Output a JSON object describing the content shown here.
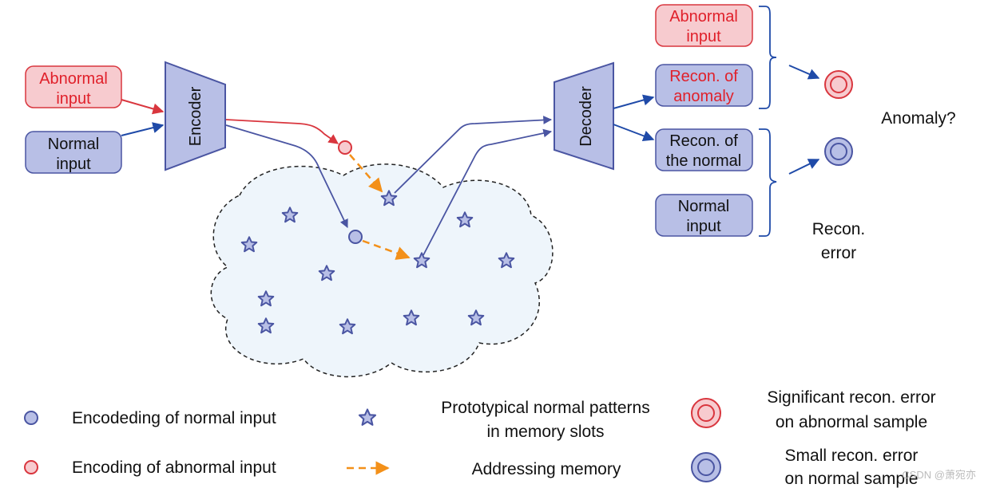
{
  "inputs": {
    "abnormal": [
      "Abnormal",
      "input"
    ],
    "normal": [
      "Normal",
      "input"
    ]
  },
  "encoder": {
    "label": "Encoder"
  },
  "decoder": {
    "label": "Decoder"
  },
  "outputs": {
    "abnormal_input": [
      "Abnormal",
      "input"
    ],
    "recon_anomaly": [
      "Recon. of",
      "anomaly"
    ],
    "recon_normal": [
      "Recon. of",
      "the normal"
    ],
    "normal_input": [
      "Normal",
      "input"
    ]
  },
  "anomaly_question": "Anomaly?",
  "recon_error": [
    "Recon.",
    "error"
  ],
  "legend": {
    "normal_encoding": "Encodeding of normal input",
    "abnormal_encoding": "Encoding of abnormal input",
    "prototypes": [
      "Prototypical normal patterns",
      "in memory slots"
    ],
    "addressing": "Addressing memory",
    "significant_error": [
      "Significant recon. error",
      "on abnormal sample"
    ],
    "small_error": [
      "Small recon. error",
      "on normal sample"
    ]
  },
  "watermark": "CSDN @萧宛亦",
  "colors": {
    "blue_fill": "#b8bfe6",
    "blue_stroke": "#4a55a2",
    "red_fill": "#f7cbcf",
    "red_stroke": "#d9363e",
    "red_text": "#e0202a",
    "orange": "#f39019",
    "arrow_blue": "#1f4aa8",
    "cloud_fill": "#eef5fb"
  }
}
